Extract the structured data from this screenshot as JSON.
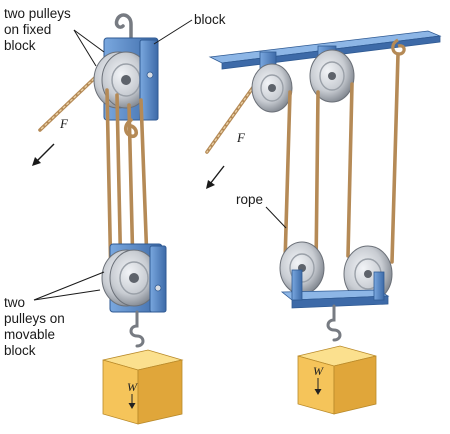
{
  "labels": {
    "two_pulleys_fixed_block": [
      "two pulleys",
      "on fixed",
      "block"
    ],
    "block": "block",
    "rope": "rope",
    "two_pulleys_movable_block": [
      "two",
      "pulleys on",
      "movable",
      "block"
    ],
    "force_left": "F",
    "force_right": "F",
    "weight_left": "W",
    "weight_right": "W"
  },
  "colors": {
    "frame_blue": "#5a8fcf",
    "frame_blue_dark": "#3d6aa8",
    "pulley_silver": "#c8ccd2",
    "pulley_dark": "#7d838c",
    "rope": "#b58a56",
    "weight_face": "#f5c45a",
    "weight_top": "#fbe08e",
    "weight_side": "#e0a63a"
  }
}
